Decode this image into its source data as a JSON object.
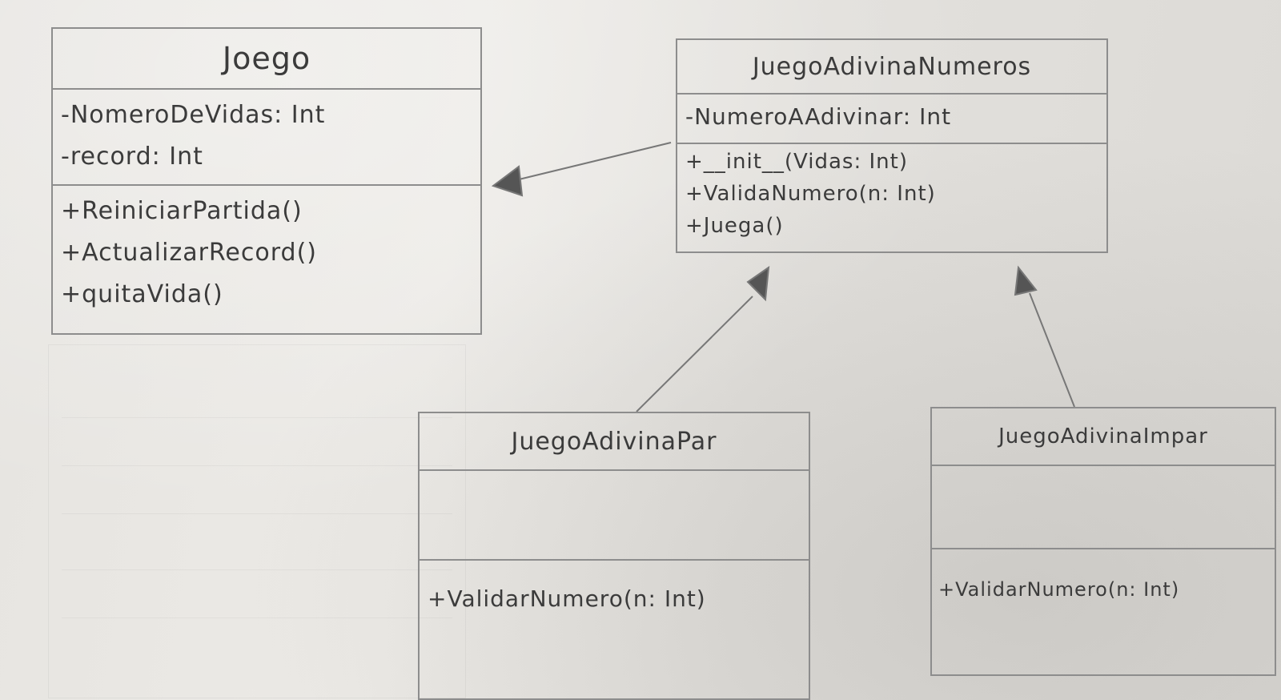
{
  "classes": {
    "juego": {
      "name": "Joego",
      "attributes": [
        "-NomeroDeVidas: Int",
        "-record: Int"
      ],
      "methods": [
        "+ReiniciarPartida()",
        "+ActualizarRecord()",
        "+quitaVida()"
      ]
    },
    "adivina_numeros": {
      "name": "JuegoAdivinaNumeros",
      "attributes": [
        "-NumeroAAdivinar: Int"
      ],
      "methods": [
        "+__init__(Vidas: Int)",
        "+ValidaNumero(n: Int)",
        "+Juega()"
      ]
    },
    "adivina_par": {
      "name": "JuegoAdivinaPar",
      "attributes": [],
      "methods": [
        "+ValidarNumero(n: Int)"
      ]
    },
    "adivina_impar": {
      "name": "JuegoAdivinaImpar",
      "attributes": [],
      "methods": [
        "+ValidarNumero(n: Int)"
      ]
    }
  },
  "relations": [
    {
      "from": "JuegoAdivinaNumeros",
      "to": "Joego",
      "type": "inheritance"
    },
    {
      "from": "JuegoAdivinaPar",
      "to": "JuegoAdivinaNumeros",
      "type": "inheritance"
    },
    {
      "from": "JuegoAdivinaImpar",
      "to": "JuegoAdivinaNumeros",
      "type": "inheritance"
    }
  ],
  "colors": {
    "ink": "#3b3b3b",
    "pencil": "#8d8d8d",
    "paper": "#e8e6e2"
  }
}
